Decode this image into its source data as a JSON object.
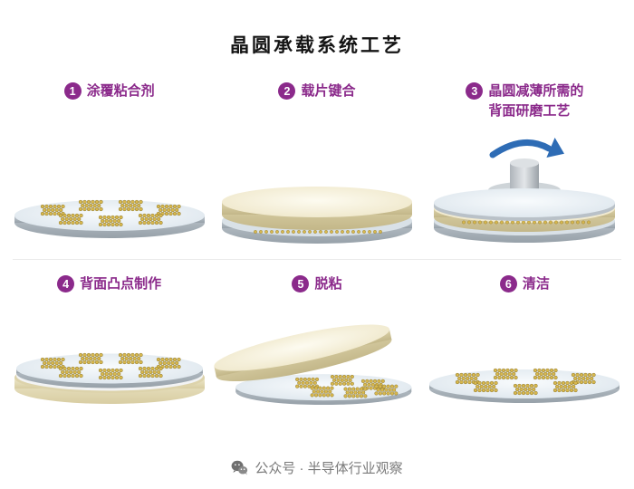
{
  "page": {
    "title": "晶圆承载系统工艺",
    "footer": "公众号 · 半导体行业观察"
  },
  "steps": [
    {
      "number": "1",
      "label": "涂覆粘合剂"
    },
    {
      "number": "2",
      "label": "载片键合"
    },
    {
      "number": "3",
      "label": "晶圆减薄所需的",
      "label2": "背面研磨工艺"
    },
    {
      "number": "4",
      "label": "背面凸点制作"
    },
    {
      "number": "5",
      "label": "脱粘"
    },
    {
      "number": "6",
      "label": "清洁"
    }
  ],
  "icons": {
    "footer_icon": "wechat-icon",
    "step3_arrow": "rotation-arrow-icon"
  },
  "colors": {
    "accent_purple": "#8b2a8b",
    "title_text": "#141414",
    "wafer_gray_side": "#a0aab2",
    "wafer_top": "#e3ebf2",
    "carrier_tan_side": "#cfc49a",
    "carrier_cream_top": "#f4eed7",
    "bump_gold": "#d8b84e",
    "arrow_blue": "#2e6cb5",
    "footer_text": "#7a7a7a",
    "divider": "#ebebeb"
  }
}
